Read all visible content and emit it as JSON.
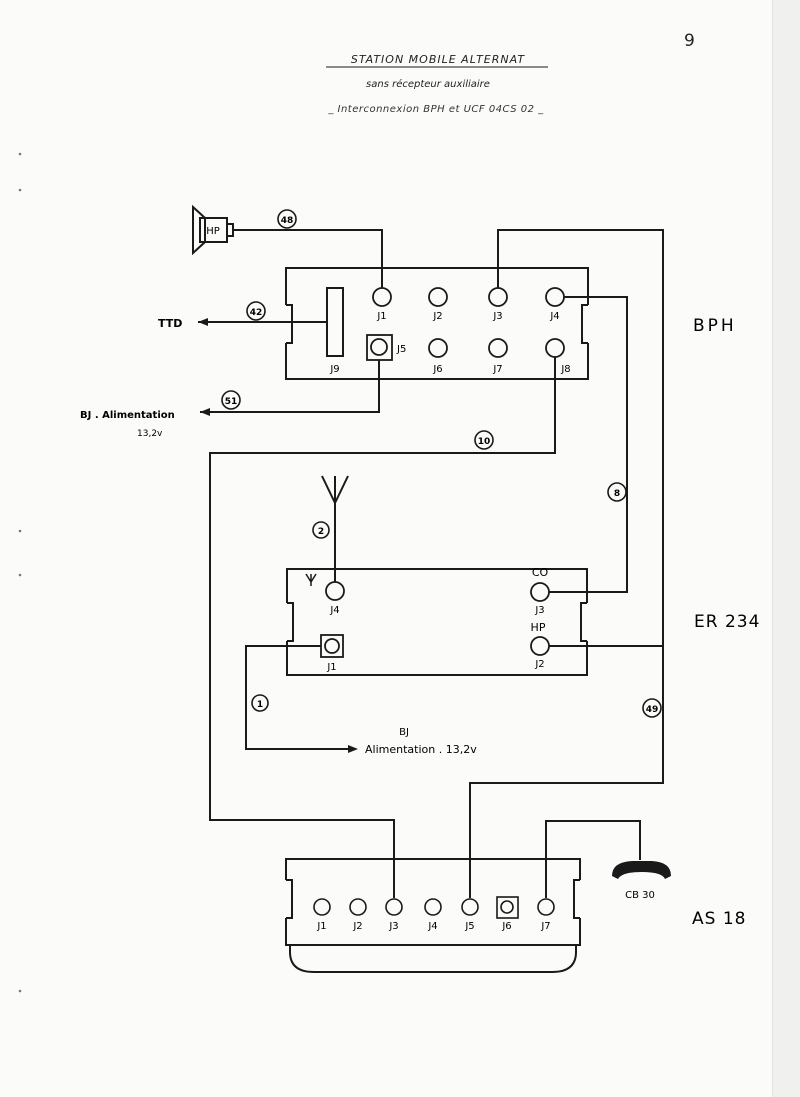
{
  "page_number": "9",
  "header": {
    "title": "STATION   MOBILE   ALTERNAT",
    "subtitle": "sans  récepteur   auxiliaire",
    "subtitle2": "_  Interconnexion   BPH   et  UCF  04CS 02  _"
  },
  "units": {
    "bph": {
      "name": "BPH",
      "jacks": [
        "J1",
        "J2",
        "J3",
        "J4",
        "J5",
        "J6",
        "J7",
        "J8",
        "J9"
      ]
    },
    "er234": {
      "name": "ER 234",
      "jacks": [
        "J4",
        "J3",
        "J1",
        "J2"
      ],
      "labels": {
        "co": "CO",
        "hp": "HP"
      }
    },
    "as18": {
      "name": "AS 18",
      "jacks": [
        "J1",
        "J2",
        "J3",
        "J4",
        "J5",
        "J6",
        "J7"
      ]
    }
  },
  "peripherals": {
    "speaker": "HP",
    "ttd": "TTD",
    "handset": "CB 30"
  },
  "power": {
    "bph_bj": "BJ . Alimentation",
    "bph_voltage": "13,2v",
    "er_bj": "BJ",
    "er_supply": "Alimentation . 13,2v"
  },
  "cables": {
    "c48": "48",
    "c42": "42",
    "c51": "51",
    "c10": "10",
    "c8": "8",
    "c2": "2",
    "c1": "1",
    "c49": "49"
  }
}
